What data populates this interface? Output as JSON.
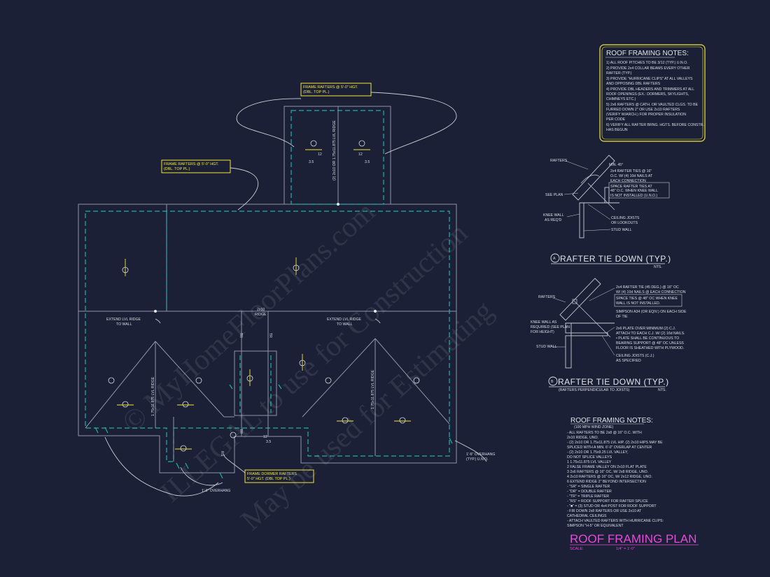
{
  "callouts": {
    "dormer_top": [
      "FRAME RAFTERS @ 5'-0\" HGT.",
      "(DBL. TOP PL.)"
    ],
    "left": [
      "FRAME RAFTERS @ 5'-0\" HGT.",
      "(DBL. TOP PL.)"
    ],
    "bottom": [
      "FRAME DORMER RAFTERS",
      "5'-0\" HGT. (DBL TOP PL.)"
    ]
  },
  "plan_labels": {
    "ridge_vertical_top": "(2) 2x10 OR 1.75x11.875 LVL RIDGE",
    "ridge_2x10": [
      "2x10",
      "RIDGE"
    ],
    "extend_left": [
      "EXTEND LVL RIDGE",
      "TO WALL"
    ],
    "extend_right": [
      "EXTEND LVL RIDGE",
      "TO WALL"
    ],
    "lvl_ridge_left": "1.75x11.875 LVL RIDGE",
    "lvl_ridge_right": "1.75x11.875 LVL RIDGE",
    "overhang_right": [
      "1'-6\" OVERHANG",
      "(TYP.) U.N.O."
    ],
    "overhang_bottom": "1'-6\" OVERHANG",
    "pitch_12": "12",
    "pitch_35": "3.5",
    "tag_tr": "TR",
    "tag_rs": "RS"
  },
  "notes_top": {
    "title": "ROOF FRAMING NOTES:",
    "lines": [
      "1) ALL ROOF PITCHES TO BE 3/12 (TYP.) U.N.O.",
      "2) PROVIDE 2x4 COLLAR BEAMS EVERY OTHER",
      "   RAFTER (TYP.)",
      "3) PROVIDE \"HURRICANE CLIPS\" AT ALL VALLEYS",
      "   AND OPPOSING DBL RAFTERS",
      "4) PROVIDE DBL HEADERS AND TRIMMERS AT ALL",
      "   ROOF OPENINGS (EX.: DORMERS, SKYLIGHTS,",
      "   CHIMNEYS ETC.)",
      "5) 2x6 RAFTERS @ CATH. OR VAULTED CLGS. TO BE",
      "   FURRED DOWN 2\" OR USE 2x10 RAFTERS",
      "   (VERIFY W/ARCH.) FOR PROPER INSULATION",
      "   PER CODE",
      "6) VERIFY ALL RAFTER BRNG. HGTS. BEFORE CONSTR.",
      "   HAS BEGUN"
    ]
  },
  "detail_a": {
    "labels": {
      "rafters": "RAFTERS",
      "min45": "MIN. 45°",
      "ties": [
        "2x4 RAFTER TIES @ 16\"",
        "O.C. W/ (4) 10d NAILS AT",
        "EACH CONNECTION"
      ],
      "space": [
        "SPACE RAFTER TIES AT",
        "48\" O.C. WHEN KNEE WALL",
        "IS NOT INSTALLED (U.N.O.)"
      ],
      "see_plan": "SEE PLAN",
      "knee": [
        "KNEE WALL",
        "AS REQ'D"
      ],
      "ceiling": [
        "CEILING JOISTS",
        "OR LOOKOUTS"
      ],
      "stud": "STUD WALL"
    },
    "marker": "A",
    "title": "RAFTER TIE DOWN (TYP.)",
    "nts": "NTS."
  },
  "detail_b": {
    "labels": {
      "rafters": "RAFTERS",
      "ties": [
        "2x4 RAFTER TIE (45 DEG.) @ 16\" OC",
        "W/ (4) 10d NAILS @ EACH CONNECTION"
      ],
      "space": [
        "SPACE TIES @ 48\" OC WHEN KNEE",
        "WALL IS NOT INSTALLED."
      ],
      "simpson": [
        "SIMPSON A34 (OR EQIV.) ON EACH SIDE",
        "OF TIE"
      ],
      "knee": [
        "KNEE WALL AS",
        "REQUIRED (SEE PLAN",
        "FOR HEIGHT)"
      ],
      "plate": [
        "2x6 PLATE OVER MINIMUM (2) C.J.",
        "ATTACH TO EACH C.J. W/ (2) 16d NAILS.",
        "• PLATE SHALL BE CONTINUOUS TO",
        "BEARING SUPPORT @ 48\" OC UNLESS",
        "FLOOR IS SHEATHED WITH PLYWOOD."
      ],
      "stud": "STUD WALL",
      "ceiling": [
        "CEILING JOISTS (C.J.)",
        "AS SPECIFIED"
      ]
    },
    "marker": "B",
    "title": "RAFTER TIE DOWN (TYP.)",
    "subtitle": "(RAFTERS PERPENDICULAR TO JOISTS)",
    "nts": "NTS."
  },
  "notes_bottom": {
    "title": "ROOF FRAMING NOTES:",
    "subtitle": "(100 MPH WIND ZONE)",
    "lines": [
      "- ALL RAFTERS TO BE 2x8 @ 16\" O.C. WITH",
      "  2x10 RIDGE, UNO.",
      "- (2) 2x10 OR 1.75x11.875 LVL HIP. (2) 2x10 HIPS MAY BE",
      "  SPLICED WITH A MIN. 6'-0\" OVERLAP AT CENTER",
      "- (2) 2x10 OR 1.75x9.25 LVL VALLEY,",
      "  DO NOT SPLICE VALLEYS",
      "1  1.75x11.875 LVL VALLEY",
      "2  FALSE FRAME VALLEY ON 2x10 FLAT PLATE",
      "3  2x6 RAFTERS @ 16\" OC, W/ 2x8 RIDGE, UNO.",
      "4  2x10 RAFTERS @ 16\" OC, W/ 2x12 RIDGE, UNO.",
      "6  EXTEND RIDGE 2\" BEYOND INTERSECTION",
      "- \"SR\" = SINGLE RAFTER",
      "- \"DR\" = DOUBLE RAFTER",
      "- \"TR\" = TRIPLE RAFTER",
      "- \"RS\" = ROOF SUPPORT FOR RAFTER SPLICE",
      "- \"■\" = (3) STUD OR 4x4 POST FOR ROOF SUPPORT",
      "- FIR DOWN 2x8 RAFTERS OR USE 2x10 AT",
      "  CATHEDRAL CEILINGS",
      "- ATTACH VAULTED RAFTERS WITH HURRICANE CLIPS:",
      "  SIMPSON \"H-5\" OR EQUIVALENT"
    ]
  },
  "plan_title": "ROOF FRAMING PLAN",
  "scale_label": "SCALE:",
  "scale_value": "1/4\" = 1'-0\"",
  "watermarks": [
    "© MyHomeFloorPlans.com",
    "ILLEGAL to use for Construction",
    "May be used for Estimating"
  ],
  "colors": {
    "background": "#1b2036",
    "teal": "#1fb0a6",
    "yellow": "#f2e63a",
    "magenta": "#e64ad9",
    "line": "#c9ced9"
  }
}
